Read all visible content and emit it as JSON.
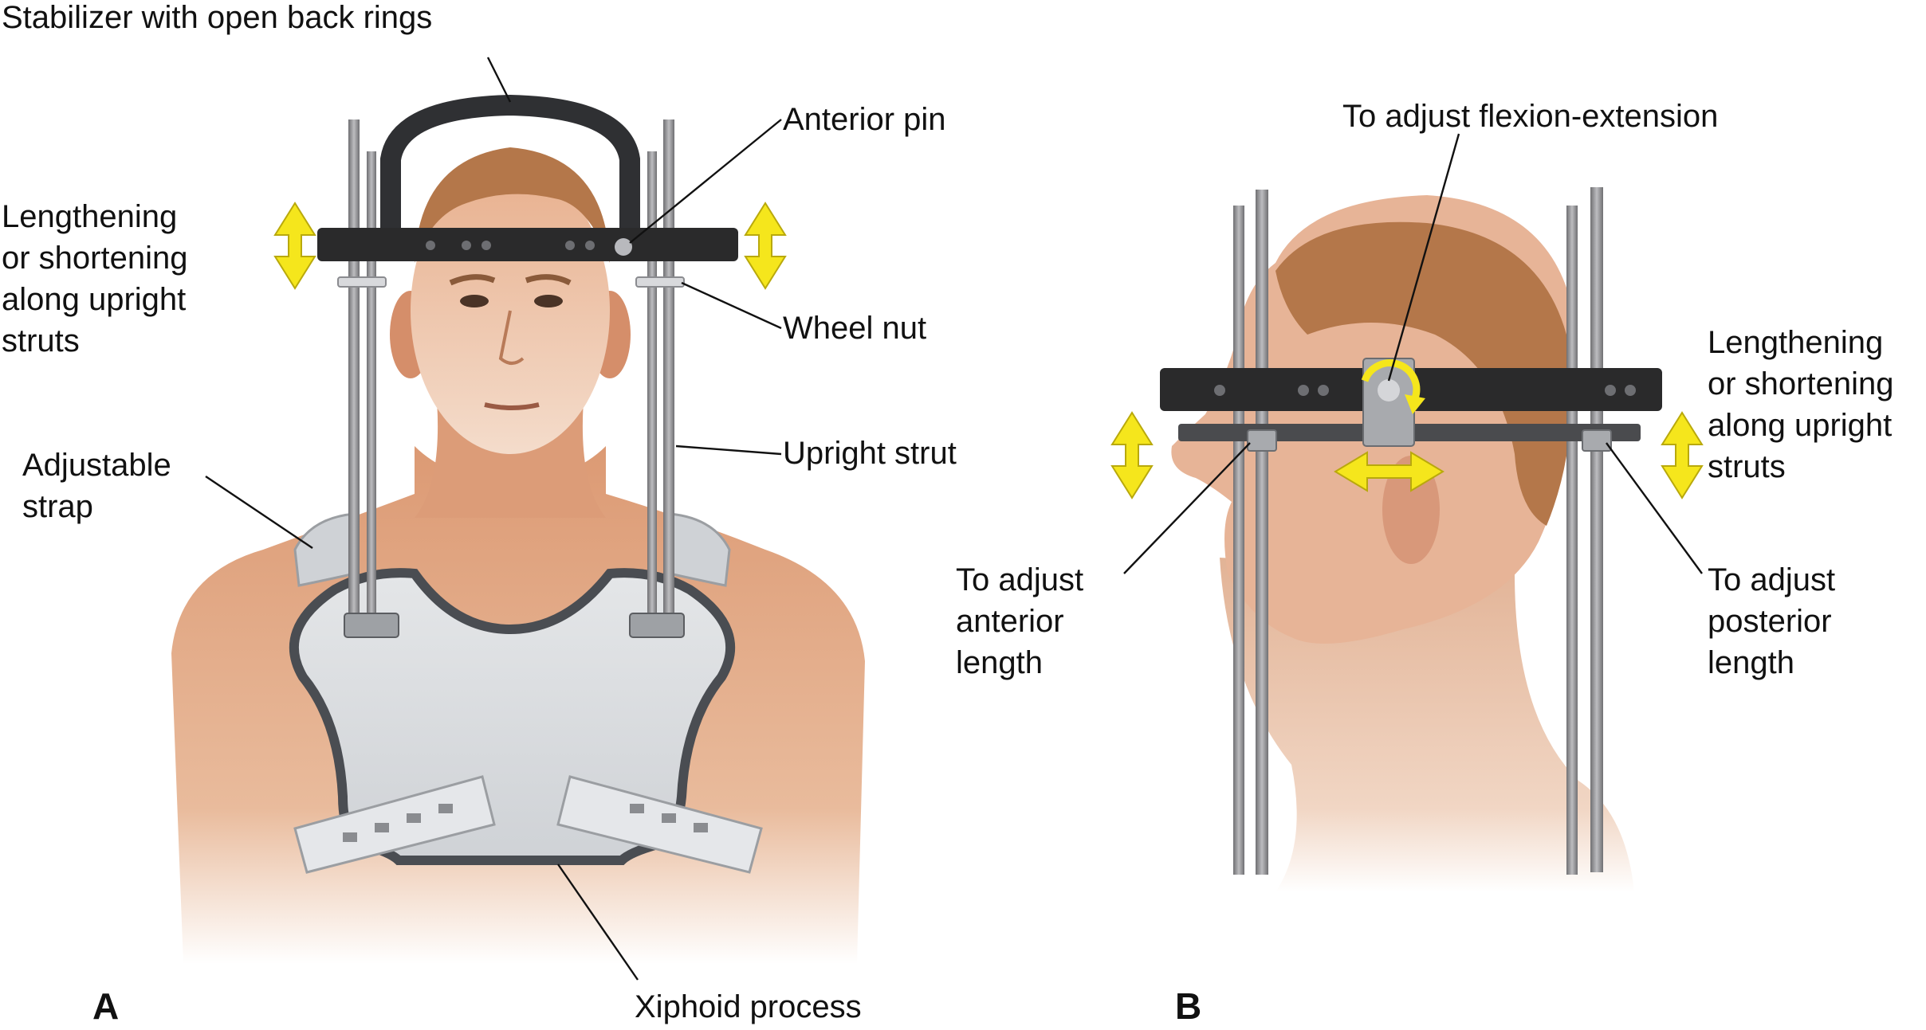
{
  "panels": {
    "a": {
      "letter": "A",
      "labels": {
        "stabilizer": "Stabilizer with open back rings",
        "anterior_pin": "Anterior pin",
        "lengthening_lines": [
          "Lengthening",
          "or shortening",
          "along upright",
          "struts"
        ],
        "wheel_nut": "Wheel nut",
        "upright_strut": "Upright strut",
        "adjustable_strap_lines": [
          "Adjustable",
          "strap"
        ],
        "xiphoid_process": "Xiphoid process"
      }
    },
    "b": {
      "letter": "B",
      "labels": {
        "flexion_extension": "To adjust flexion-extension",
        "lengthening_lines": [
          "Lengthening",
          "or shortening",
          "along upright",
          "struts"
        ],
        "anterior_length_lines": [
          "To adjust",
          "anterior",
          "length"
        ],
        "posterior_length_lines": [
          "To adjust",
          "posterior",
          "length"
        ]
      }
    }
  },
  "colors": {
    "arrow": "#f5e61c",
    "ring": "#2a2a2b",
    "strut": "#8a8a8c",
    "vest": "#d6d9dc",
    "skin": "#e2a27f",
    "hair": "#b4774a"
  }
}
